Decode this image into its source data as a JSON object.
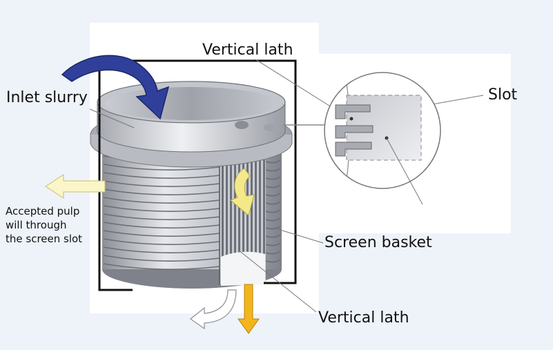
{
  "labels": {
    "vertical_lath_top": "Vertical lath",
    "inlet_slurry": "Inlet slurry",
    "slot": "Slot",
    "accepted_pulp_lines": [
      "Accepted pulp",
      "will through",
      "the screen slot"
    ],
    "screen_basket": "Screen basket",
    "vertical_lath_bottom": "Vertical lath"
  },
  "colors": {
    "background": "#eef3fa",
    "panel": "#ffffff",
    "inlet_arrow": "#2f3f9a",
    "rotation_arrow": "#f4e98a",
    "accept_arrow": "#fbf6c8",
    "reject_arrow": "#f3b51b",
    "metal_light": "#d9dbe0",
    "metal_dark": "#8a8d94",
    "frame": "#111111"
  },
  "icons": [
    "inlet-flow-arrow",
    "rotation-arrow",
    "accepted-pulp-arrow",
    "reject-arrow",
    "outflow-arrow"
  ]
}
